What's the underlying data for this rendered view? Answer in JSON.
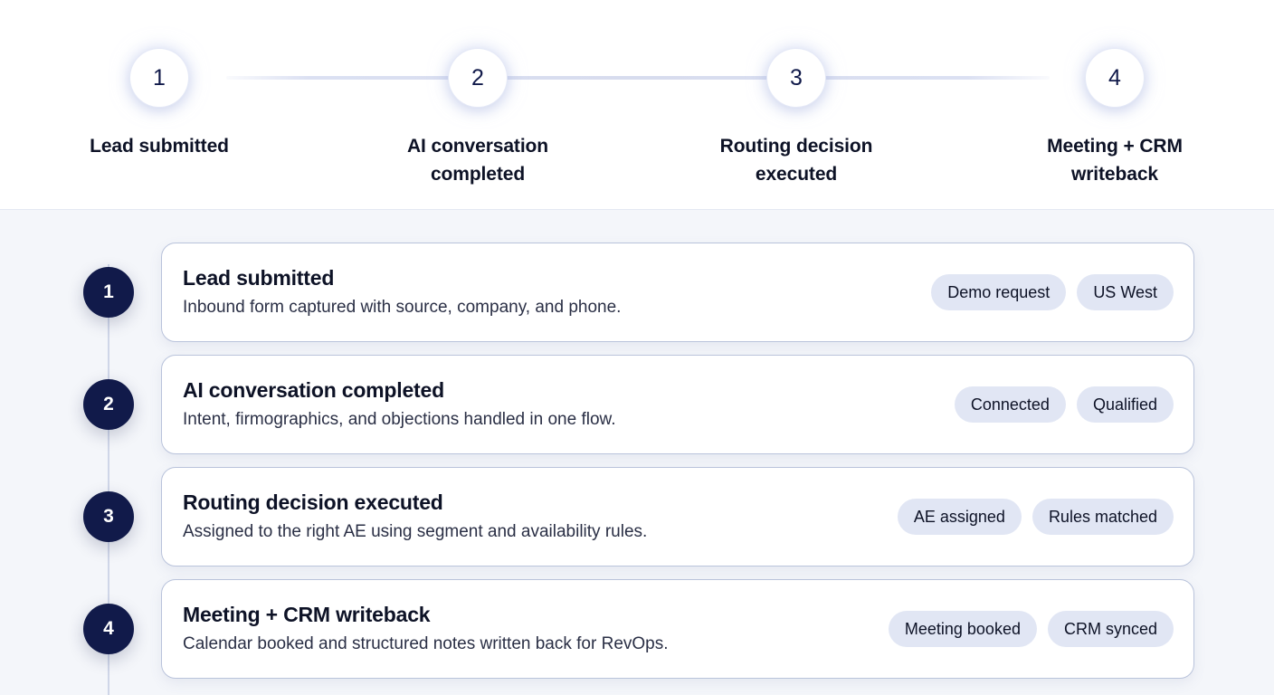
{
  "theme": {
    "page_background": "#f4f6fa",
    "header_background": "#ffffff",
    "badge_color": "#111a4a",
    "tag_background": "#e1e6f4",
    "card_border": "#b9c3db",
    "rail_color": "#cfd6e8",
    "title_color": "#0d1226",
    "description_color": "#2a2f45"
  },
  "stepper": {
    "steps": [
      {
        "number": "1",
        "label": "Lead submitted"
      },
      {
        "number": "2",
        "label": "AI conversation completed"
      },
      {
        "number": "3",
        "label": "Routing decision executed"
      },
      {
        "number": "4",
        "label": "Meeting + CRM writeback"
      }
    ]
  },
  "timeline": {
    "items": [
      {
        "number": "1",
        "title": "Lead submitted",
        "description": "Inbound form captured with source, company, and phone.",
        "tags": [
          "Demo request",
          "US West"
        ]
      },
      {
        "number": "2",
        "title": "AI conversation completed",
        "description": "Intent, firmographics, and objections handled in one flow.",
        "tags": [
          "Connected",
          "Qualified"
        ]
      },
      {
        "number": "3",
        "title": "Routing decision executed",
        "description": "Assigned to the right AE using segment and availability rules.",
        "tags": [
          "AE assigned",
          "Rules matched"
        ]
      },
      {
        "number": "4",
        "title": "Meeting + CRM writeback",
        "description": "Calendar booked and structured notes written back for RevOps.",
        "tags": [
          "Meeting booked",
          "CRM synced"
        ]
      }
    ]
  }
}
